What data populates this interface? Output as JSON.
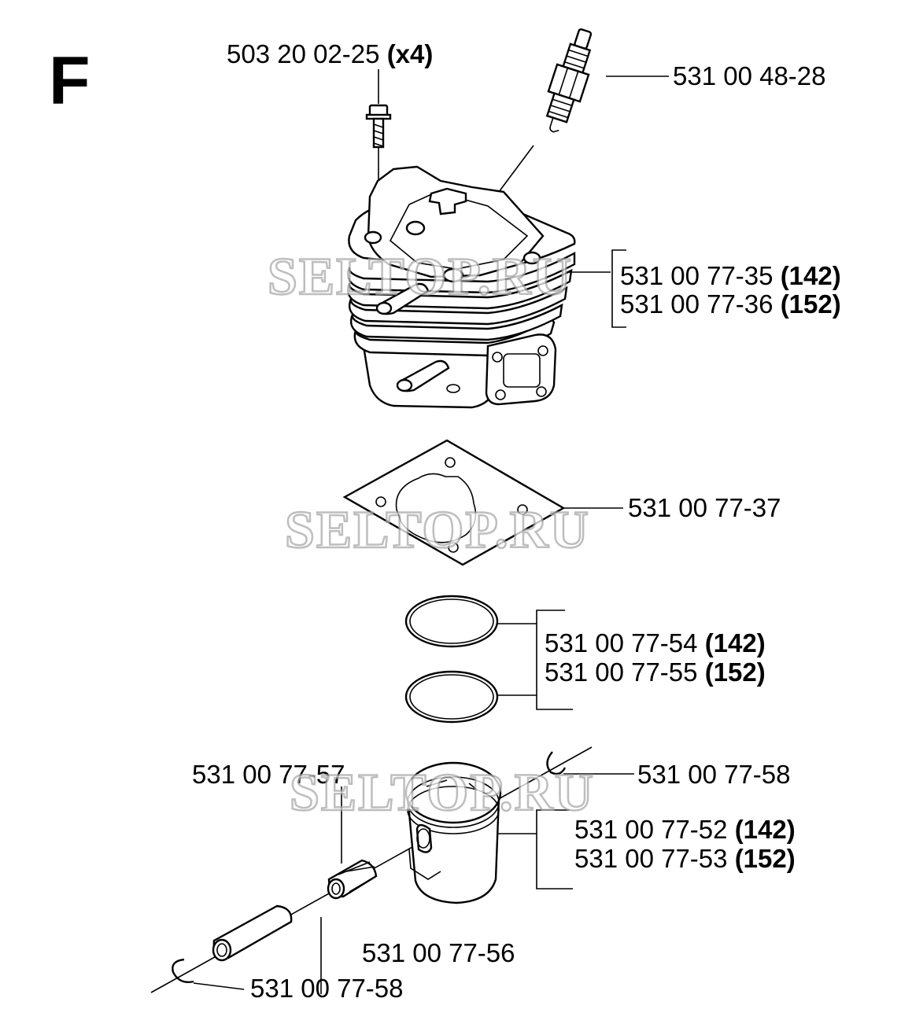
{
  "section_letter": "F",
  "watermark": "SELTOP.RU",
  "callouts": {
    "screw": {
      "number": "503 20 02-25",
      "qty": "(x4)"
    },
    "spark_plug": {
      "number": "531 00 48-28"
    },
    "cylinder_142": {
      "number": "531 00 77-35",
      "variant": "(142)"
    },
    "cylinder_152": {
      "number": "531 00 77-36",
      "variant": "(152)"
    },
    "gasket": {
      "number": "531 00 77-37"
    },
    "ring_142": {
      "number": "531 00 77-54",
      "variant": "(142)"
    },
    "ring_152": {
      "number": "531 00 77-55",
      "variant": "(152)"
    },
    "needle_bearing": {
      "number": "531 00 77-57"
    },
    "circlip_right": {
      "number": "531 00 77-58"
    },
    "piston_142": {
      "number": "531 00 77-52",
      "variant": "(142)"
    },
    "piston_152": {
      "number": "531 00 77-53",
      "variant": "(152)"
    },
    "piston_pin": {
      "number": "531 00 77-56"
    },
    "circlip_left": {
      "number": "531 00 77-58"
    }
  }
}
